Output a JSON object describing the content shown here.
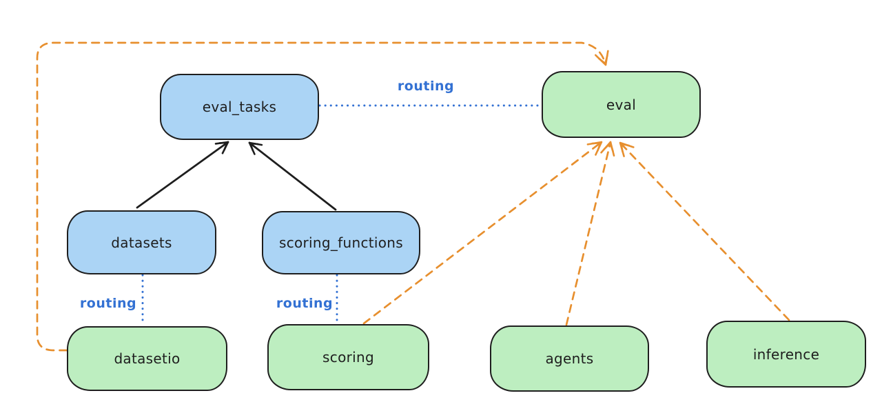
{
  "diagram": {
    "colors": {
      "ink": "#1e1e1e",
      "blue_fill": "#abd4f5",
      "green_fill": "#bdeec0",
      "routing_blue": "#3371d3",
      "orange": "#e78f2e",
      "canvas_bg": "#ffffff"
    },
    "nodes": [
      {
        "id": "eval_tasks",
        "label": "eval_tasks",
        "color": "blue"
      },
      {
        "id": "eval",
        "label": "eval",
        "color": "green"
      },
      {
        "id": "datasets",
        "label": "datasets",
        "color": "blue"
      },
      {
        "id": "scoring_functions",
        "label": "scoring_functions",
        "color": "blue"
      },
      {
        "id": "datasetio",
        "label": "datasetio",
        "color": "green"
      },
      {
        "id": "scoring",
        "label": "scoring",
        "color": "green"
      },
      {
        "id": "agents",
        "label": "agents",
        "color": "green"
      },
      {
        "id": "inference",
        "label": "inference",
        "color": "green"
      }
    ],
    "edges": [
      {
        "from": "datasets",
        "to": "eval_tasks",
        "style": "solid-black",
        "arrow": true,
        "label": ""
      },
      {
        "from": "scoring_functions",
        "to": "eval_tasks",
        "style": "solid-black",
        "arrow": true,
        "label": ""
      },
      {
        "from": "eval_tasks",
        "to": "eval",
        "style": "dotted-blue",
        "arrow": false,
        "label": "routing"
      },
      {
        "from": "datasets",
        "to": "datasetio",
        "style": "dotted-blue",
        "arrow": false,
        "label": "routing"
      },
      {
        "from": "scoring_functions",
        "to": "scoring",
        "style": "dotted-blue",
        "arrow": false,
        "label": "routing"
      },
      {
        "from": "datasetio",
        "to": "eval",
        "style": "dashed-orange",
        "arrow": true,
        "route": "around-left-and-top",
        "label": ""
      },
      {
        "from": "scoring",
        "to": "eval",
        "style": "dashed-orange",
        "arrow": true,
        "label": ""
      },
      {
        "from": "agents",
        "to": "eval",
        "style": "dashed-orange",
        "arrow": true,
        "label": ""
      },
      {
        "from": "inference",
        "to": "eval",
        "style": "dashed-orange",
        "arrow": true,
        "label": ""
      }
    ]
  }
}
